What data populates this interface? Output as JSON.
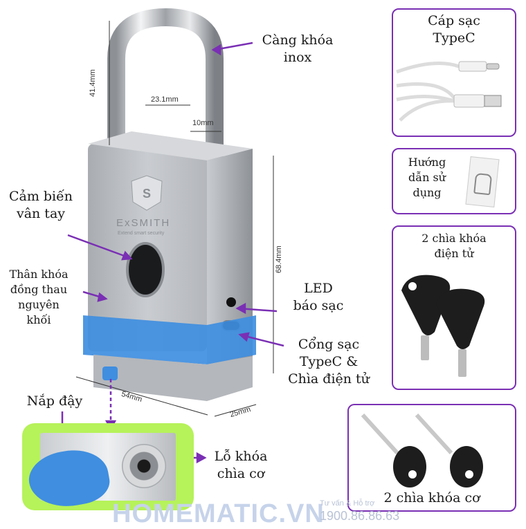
{
  "product": {
    "brand": "ExSMITH",
    "brand_tagline": "Extend smart security"
  },
  "callouts": {
    "shackle": [
      "Càng khóa",
      "inox"
    ],
    "fingerprint": [
      "Cảm biến",
      "vân tay"
    ],
    "body": [
      "Thân khóa",
      "đồng thau",
      "nguyên",
      "khối"
    ],
    "led": [
      "LED",
      "báo sạc"
    ],
    "port": [
      "Cổng sạc",
      "TypeC &",
      "Chìa điện tử"
    ],
    "cover": "Nắp đậy",
    "keyhole": [
      "Lỗ khóa",
      "chìa cơ"
    ]
  },
  "dimensions": {
    "shackle_height": "41.4mm",
    "shackle_inner_width": "23.1mm",
    "shackle_diameter": "10mm",
    "body_height": "68.4mm",
    "body_width": "54mm",
    "body_depth": "25mm"
  },
  "accessories": {
    "cable": [
      "Cáp sạc",
      "TypeC"
    ],
    "manual": [
      "Hướng",
      "dẫn sử",
      "dụng"
    ],
    "electronic_keys": [
      "2 chìa khóa",
      "điện tử"
    ],
    "mechanical_keys": "2 chìa khóa cơ"
  },
  "watermark": {
    "site": "HOMEMATIC.VN",
    "consult": "Tư vấn & Hỗ trợ",
    "phone": "1900.86.86.63"
  },
  "colors": {
    "accent_purple": "#7a2fb4",
    "highlight_green": "#b6f25a",
    "band_blue": "#3f8ee0",
    "metal": "#b9bcc0"
  }
}
